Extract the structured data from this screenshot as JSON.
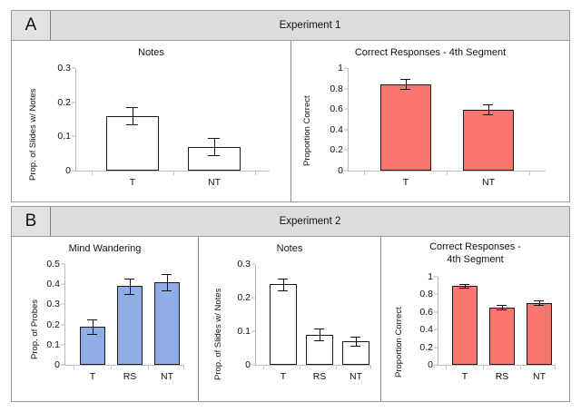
{
  "figure": {
    "panels": [
      {
        "letter": "A",
        "title": "Experiment 1",
        "charts": [
          {
            "title": "Notes",
            "ylabel": "Prop. of Slides w/ Notes",
            "yticks": [
              "0",
              "0.1",
              "0.2",
              "0.3"
            ],
            "xticks": [
              "T",
              "NT"
            ],
            "barstyle": "white"
          },
          {
            "title": "Correct Responses - 4th Segment",
            "ylabel": "Proportion Correct",
            "yticks": [
              "0",
              "0.2",
              "0.4",
              "0.6",
              "0.8",
              "1"
            ],
            "xticks": [
              "T",
              "NT"
            ],
            "barstyle": "red"
          }
        ]
      },
      {
        "letter": "B",
        "title": "Experiment 2",
        "charts": [
          {
            "title": "Mind Wandering",
            "ylabel": "Prop. of Probes",
            "yticks": [
              "0",
              "0.1",
              "0.2",
              "0.3",
              "0.4",
              "0.5"
            ],
            "xticks": [
              "T",
              "RS",
              "NT"
            ],
            "barstyle": "blue"
          },
          {
            "title": "Notes",
            "ylabel": "Prop. of Slides w/ Notes",
            "yticks": [
              "0",
              "0.1",
              "0.2",
              "0.3"
            ],
            "xticks": [
              "T",
              "RS",
              "NT"
            ],
            "barstyle": "white"
          },
          {
            "title": "Correct Responses -\n4th Segment",
            "title_line1": "Correct Responses -",
            "title_line2": "4th Segment",
            "ylabel": "Proportion Correct",
            "yticks": [
              "0",
              "0.2",
              "0.4",
              "0.6",
              "0.8",
              "1"
            ],
            "xticks": [
              "T",
              "RS",
              "NT"
            ],
            "barstyle": "red"
          }
        ]
      }
    ]
  },
  "colors": {
    "red_bar": "#f9766e",
    "blue_bar": "#90aee6",
    "white_bar": "#ffffff",
    "bar_outline": "#1b1b1b",
    "header_band": "#dcdcdc",
    "frame": "#9a9a9a"
  },
  "chart_data": [
    {
      "id": "a1-notes",
      "type": "bar",
      "panel": "A",
      "panel_title": "Experiment 1",
      "title": "Notes",
      "xlabel": "",
      "ylabel": "Prop. of Slides w/ Notes",
      "categories": [
        "T",
        "NT"
      ],
      "values": [
        0.16,
        0.07
      ],
      "errors": [
        0.025,
        0.025
      ],
      "ylim": [
        0,
        0.3
      ],
      "yticks": [
        0,
        0.1,
        0.2,
        0.3
      ],
      "grid": false,
      "legend": "none",
      "bar_fill": "#ffffff",
      "bar_outline": "#1b1b1b"
    },
    {
      "id": "a2-correct-responses",
      "type": "bar",
      "panel": "A",
      "panel_title": "Experiment 1",
      "title": "Correct Responses - 4th Segment",
      "xlabel": "",
      "ylabel": "Proportion Correct",
      "categories": [
        "T",
        "NT"
      ],
      "values": [
        0.845,
        0.595
      ],
      "errors": [
        0.045,
        0.05
      ],
      "ylim": [
        0,
        1
      ],
      "yticks": [
        0,
        0.2,
        0.4,
        0.6,
        0.8,
        1
      ],
      "grid": false,
      "legend": "none",
      "bar_fill": "#f9766e",
      "bar_outline": "#1b1b1b"
    },
    {
      "id": "b1-mind-wandering",
      "type": "bar",
      "panel": "B",
      "panel_title": "Experiment 2",
      "title": "Mind Wandering",
      "xlabel": "",
      "ylabel": "Prop. of Probes",
      "categories": [
        "T",
        "RS",
        "NT"
      ],
      "values": [
        0.19,
        0.39,
        0.41
      ],
      "errors": [
        0.035,
        0.04,
        0.04
      ],
      "ylim": [
        0,
        0.5
      ],
      "yticks": [
        0,
        0.1,
        0.2,
        0.3,
        0.4,
        0.5
      ],
      "grid": false,
      "legend": "none",
      "bar_fill": "#90aee6",
      "bar_outline": "#1b1b1b"
    },
    {
      "id": "b2-notes",
      "type": "bar",
      "panel": "B",
      "panel_title": "Experiment 2",
      "title": "Notes",
      "xlabel": "",
      "ylabel": "Prop. of Slides w/ Notes",
      "categories": [
        "T",
        "RS",
        "NT"
      ],
      "values": [
        0.24,
        0.09,
        0.07
      ],
      "errors": [
        0.018,
        0.018,
        0.014
      ],
      "ylim": [
        0,
        0.3
      ],
      "yticks": [
        0,
        0.1,
        0.2,
        0.3
      ],
      "grid": false,
      "legend": "none",
      "bar_fill": "#ffffff",
      "bar_outline": "#1b1b1b"
    },
    {
      "id": "b3-correct-responses",
      "type": "bar",
      "panel": "B",
      "panel_title": "Experiment 2",
      "title": "Correct Responses - 4th Segment",
      "xlabel": "",
      "ylabel": "Proportion Correct",
      "categories": [
        "T",
        "RS",
        "NT"
      ],
      "values": [
        0.895,
        0.655,
        0.705
      ],
      "errors": [
        0.022,
        0.022,
        0.022
      ],
      "ylim": [
        0,
        1
      ],
      "yticks": [
        0,
        0.2,
        0.4,
        0.6,
        0.8,
        1
      ],
      "grid": false,
      "legend": "none",
      "bar_fill": "#f9766e",
      "bar_outline": "#1b1b1b"
    }
  ]
}
